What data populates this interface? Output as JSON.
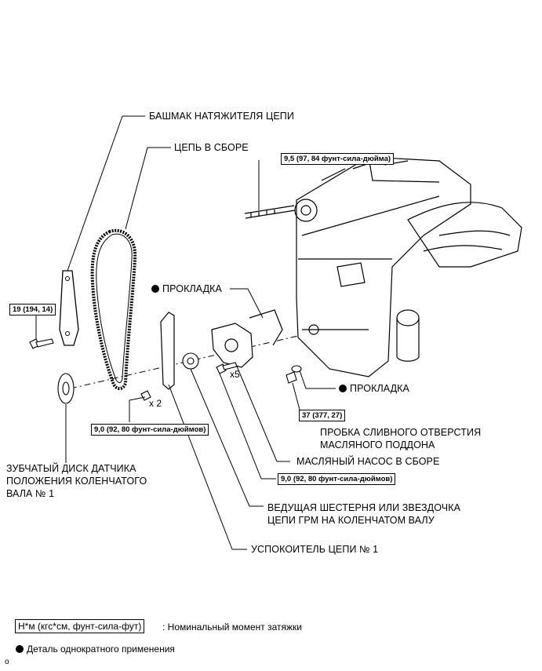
{
  "labels": {
    "tensioner_shoe": "БАШМАК НАТЯЖИТЕЛЯ ЦЕПИ",
    "chain_assy": "ЦЕПЬ В СБОРЕ",
    "gasket_upper": "ПРОКЛАДКА",
    "gasket_lower": "ПРОКЛАДКА",
    "drain_plug_1": "ПРОБКА СЛИВНОГО ОТВЕРСТИЯ",
    "drain_plug_2": "МАСЛЯНОГО ПОДДОНА",
    "oil_pump": "МАСЛЯНЫЙ НАСОС В СБОРЕ",
    "sprocket_1": "ЗУБЧАТЫЙ ДИСК ДАТЧИКА",
    "sprocket_2": "ПОЛОЖЕНИЯ КОЛЕНЧАТОГО",
    "sprocket_3": "ВАЛА № 1",
    "drive_gear_1": "ВЕДУЩАЯ ШЕСТЕРНЯ ИЛИ ЗВЕЗДОЧКА",
    "drive_gear_2": "ЦЕПИ ГРМ НА КОЛЕНЧАТОМ ВАЛУ",
    "damper": "УСПОКОИТЕЛЬ ЦЕПИ № 1"
  },
  "torques": {
    "stud": "9,5 (97, 84 фунт-сила-дюйма)",
    "shoe_bolt": "19 (194, 14)",
    "damper_bolts": "9,0 (92, 80 фунт-сила-дюймов)",
    "pump_bolts": "9,0 (92, 80 фунт-сила-дюймов)",
    "drain_plug": "37 (377, 27)"
  },
  "counts": {
    "damper_bolts": "x 2",
    "pump_bolts": "x5"
  },
  "legend": {
    "torque_unit": "Н*м (кгс*см, фунт-сила-фут)",
    "torque_desc": ": Номинальный момент затяжки",
    "single_use": "Деталь однократного применения"
  },
  "footer_code": "o"
}
